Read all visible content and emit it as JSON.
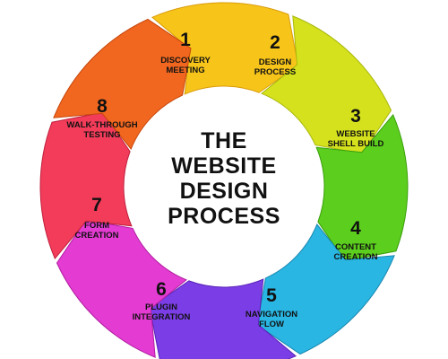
{
  "title": {
    "line1": "THE",
    "line2": "WEBSITE",
    "line3": "DESIGN",
    "line4": "PROCESS"
  },
  "steps": [
    {
      "number": "1",
      "line1": "DISCOVERY",
      "line2": "MEETING",
      "color": "#f7c51a",
      "shade": "#d99b0a"
    },
    {
      "number": "2",
      "line1": "DESIGN",
      "line2": "PROCESS",
      "color": "#d4e11c",
      "shade": "#a9b70e"
    },
    {
      "number": "3",
      "line1": "WEBSITE",
      "line2": "SHELL BUILD",
      "color": "#5cce1d",
      "shade": "#3b9f0d"
    },
    {
      "number": "4",
      "line1": "CONTENT",
      "line2": "CREATION",
      "color": "#29b6e2",
      "shade": "#1a86b0"
    },
    {
      "number": "5",
      "line1": "NAVIGATION",
      "line2": "FLOW",
      "color": "#7b3ee6",
      "shade": "#5a22b7"
    },
    {
      "number": "6",
      "line1": "PLUGIN",
      "line2": "INTEGRATION",
      "color": "#e43bd2",
      "shade": "#b01fa0"
    },
    {
      "number": "7",
      "line1": "FORM",
      "line2": "CREATION",
      "color": "#f23c5a",
      "shade": "#c01f3c"
    },
    {
      "number": "8",
      "line1": "WALK-THROUGH",
      "line2": "TESTING",
      "color": "#f2671f",
      "shade": "#c6460b"
    }
  ]
}
